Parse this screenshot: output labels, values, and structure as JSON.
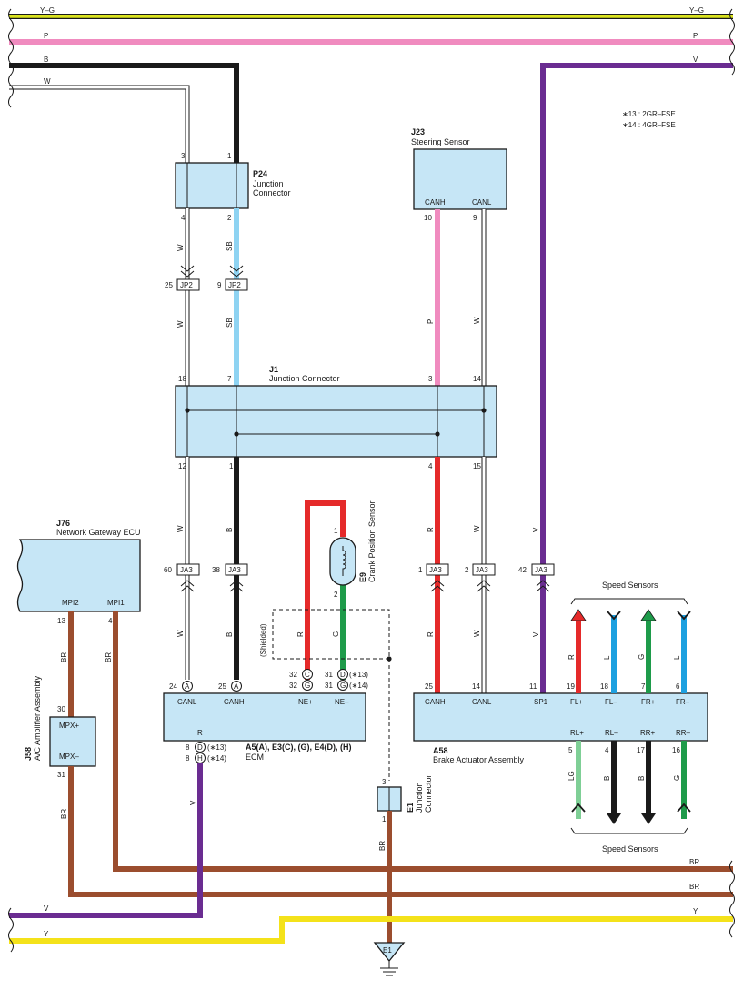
{
  "colors": {
    "Y-G": "#d9e21e",
    "P": "#f08bbf",
    "B": "#1a1a1a",
    "W": "#ffffff",
    "V": "#6a2c91",
    "SB": "#8ed3f2",
    "R": "#e52a2a",
    "G": "#1e9b4a",
    "L": "#1da0e0",
    "LG": "#7fcf96",
    "BR": "#9b4d2e",
    "Y": "#f4e21a",
    "box_fill": "#c6e6f6"
  },
  "bus": {
    "yg_left": "Y–G",
    "yg_right": "Y–G",
    "p_left": "P",
    "p_right": "P",
    "b_left": "B",
    "w_left": "W",
    "v_right": "V",
    "br_right_1": "BR",
    "br_right_2": "BR",
    "v_left": "V",
    "y_left": "Y",
    "y_right": "Y"
  },
  "notes": {
    "line1": "∗13 : 2GR–FSE",
    "line2": "∗14 : 4GR–FSE"
  },
  "p24": {
    "id": "P24",
    "name_line1": "Junction",
    "name_line2": "Connector",
    "pin_top_left": "3",
    "pin_top_right": "1",
    "pin_bot_left": "4",
    "pin_bot_right": "2",
    "wire_left": "W",
    "wire_right": "SB"
  },
  "jp2": {
    "left_pin": "25",
    "left_label": "JP2",
    "right_pin": "9",
    "right_label": "JP2",
    "wire_left": "W",
    "wire_right": "SB"
  },
  "j23": {
    "id": "J23",
    "name": "Steering Sensor",
    "canh": "CANH",
    "canl": "CANL",
    "pin_canh": "10",
    "pin_canl": "9",
    "wire_canh": "P",
    "wire_canl": "W"
  },
  "j1": {
    "id": "J1",
    "name": "Junction Connector",
    "top_pins": [
      "18",
      "7",
      "3",
      "14"
    ],
    "bot_pins": [
      "12",
      "1",
      "4",
      "15"
    ]
  },
  "wires_mid": {
    "w1": "W",
    "b1": "B",
    "r1": "R",
    "w2": "W",
    "v1": "V"
  },
  "ja3": {
    "p60": "60",
    "p38": "38",
    "p1": "1",
    "p2": "2",
    "p42": "42",
    "label": "JA3"
  },
  "e9": {
    "id": "E9",
    "name": "Crank Position Sensor",
    "pin1": "1",
    "pin2": "2"
  },
  "shielded": "(Shielded)",
  "wires_low": {
    "w": "W",
    "b": "B",
    "r_sens": "R",
    "g_sens": "G",
    "r": "R",
    "w2": "W",
    "v": "V"
  },
  "j76": {
    "id": "J76",
    "name": "Network Gateway ECU",
    "mpi2": "MPI2",
    "mpi1": "MPI1",
    "pin_mpi2": "13",
    "pin_mpi1": "4",
    "wire_a": "BR",
    "wire_b": "BR"
  },
  "j58": {
    "id": "J58",
    "name": "A/C Amplifier Assembly",
    "mpxp": "MPX+",
    "mpxm": "MPX–",
    "pin_top": "30",
    "pin_bot": "31",
    "wire": "BR"
  },
  "ecm": {
    "ids": "A5(A), E3(C), (G), E4(D), (H)",
    "name": "ECM",
    "canl": "CANL",
    "canh": "CANH",
    "nep": "NE+",
    "nem": "NE–",
    "r": "R",
    "pin_canl": "24",
    "pin_canh": "25",
    "conn_a": "A",
    "pin_nep_c": "32",
    "conn_c": "C",
    "pin_nem_c": "31",
    "conn_d": "D",
    "note13": "(∗13)",
    "pin_nep_g": "32",
    "conn_g": "G",
    "pin_nem_g": "31",
    "conn_g2": "G",
    "note14": "(∗14)",
    "pin_r_d": "8",
    "conn_rd": "D",
    "pin_r_h": "8",
    "conn_rh": "H",
    "r_note13": "(∗13)",
    "r_note14": "(∗14)",
    "wire_out": "V"
  },
  "e1j": {
    "id": "E1",
    "name_line1": "Junction",
    "name_line2": "Connector",
    "pin_top": "3",
    "pin_bot": "1",
    "wire": "BR"
  },
  "ground": {
    "label": "E1"
  },
  "a58": {
    "id": "A58",
    "name": "Brake Actuator Assembly",
    "top_labels": [
      "CANH",
      "CANL",
      "SP1",
      "FL+",
      "FL–",
      "FR+",
      "FR–"
    ],
    "top_pins": [
      "25",
      "14",
      "11",
      "19",
      "18",
      "7",
      "6"
    ],
    "bot_labels": [
      "RL+",
      "RL–",
      "RR+",
      "RR–"
    ],
    "bot_pins": [
      "5",
      "4",
      "17",
      "16"
    ]
  },
  "speed": {
    "title_top": "Speed Sensors",
    "title_bottom": "Speed Sensors",
    "top_wires": [
      "R",
      "L",
      "G",
      "L"
    ],
    "bot_wires": [
      "LG",
      "B",
      "B",
      "G"
    ]
  }
}
